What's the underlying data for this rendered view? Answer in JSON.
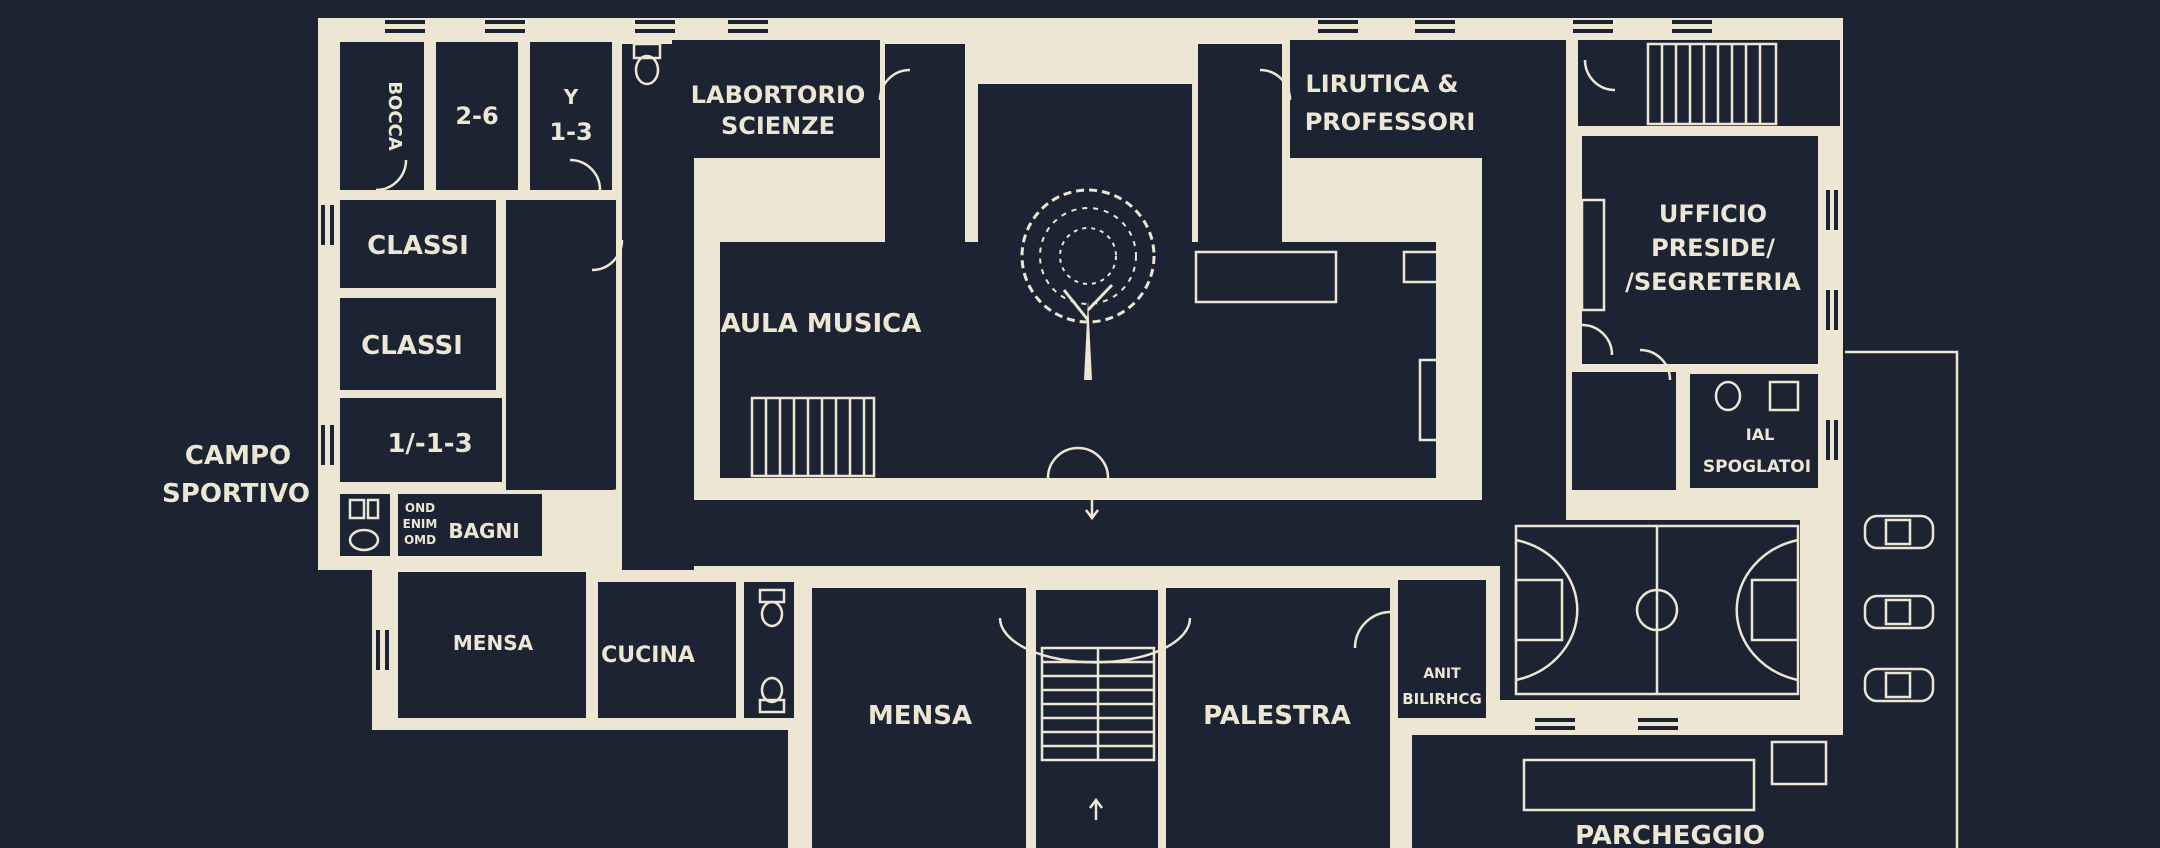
{
  "colors": {
    "background": "#1c2434",
    "wall": "#ece6d3"
  },
  "rooms": {
    "bocca": "BOCCA",
    "r26": "2-6",
    "r13_sym": "Y",
    "r13": "1-3",
    "classi1": "CLASSI",
    "classi2": "CLASSI",
    "r113": "1/-1-3",
    "bagni_small": [
      "OND",
      "ENIM",
      "OMD"
    ],
    "bagni": "BAGNI",
    "laboratorio": [
      "LABORTORIO",
      "SCIENZE"
    ],
    "aula_musica": "AULA MUSICA",
    "professori": [
      "LIRUTICA &",
      "PROFESSORI"
    ],
    "ufficio": [
      "UFFICIO",
      "PRESIDE/",
      "/SEGRETERIA"
    ],
    "spogliatoi": [
      "IAL",
      "SPOGLATOI"
    ],
    "mensa_left": "MENSA",
    "cucina": "CUCINA",
    "mensa_center": "MENSA",
    "palestra": "PALESTRA",
    "small_room": [
      "ANIT",
      "BILIRHCG"
    ]
  },
  "outside": {
    "campo_sportivo": [
      "CAMPO",
      "SPORTIVO"
    ],
    "parcheggio": "PARCHEGGIO"
  },
  "icons": [
    "toilet-icon",
    "tree-icon",
    "car-icon",
    "basketball-court-icon",
    "staircase-icon",
    "door-icon",
    "arrow-icon"
  ]
}
